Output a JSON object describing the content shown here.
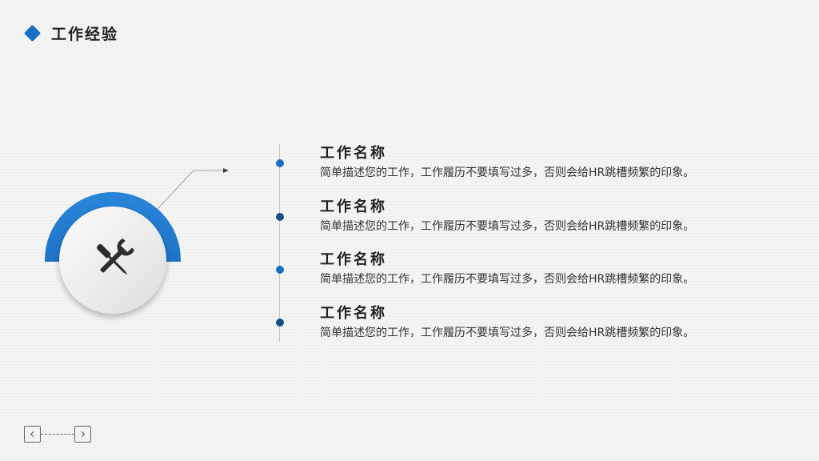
{
  "header": {
    "title": "工作经验",
    "icon": "diamond-icon",
    "accent_color": "#1a6fc4"
  },
  "badge": {
    "icon": "wrench-screwdriver-icon",
    "arc_color": "#1a6fc4"
  },
  "entries": [
    {
      "title": "工作名称",
      "description": "简单描述您的工作，工作履历不要填写过多，否则会给HR跳槽频繁的印象。"
    },
    {
      "title": "工作名称",
      "description": "简单描述您的工作，工作履历不要填写过多，否则会给HR跳槽频繁的印象。"
    },
    {
      "title": "工作名称",
      "description": "简单描述您的工作，工作履历不要填写过多，否则会给HR跳槽频繁的印象。"
    },
    {
      "title": "工作名称",
      "description": "简单描述您的工作，工作履历不要填写过多，否则会给HR跳槽频繁的印象。"
    }
  ],
  "nav": {
    "prev_icon": "chevron-left-icon",
    "next_icon": "chevron-right-icon"
  }
}
